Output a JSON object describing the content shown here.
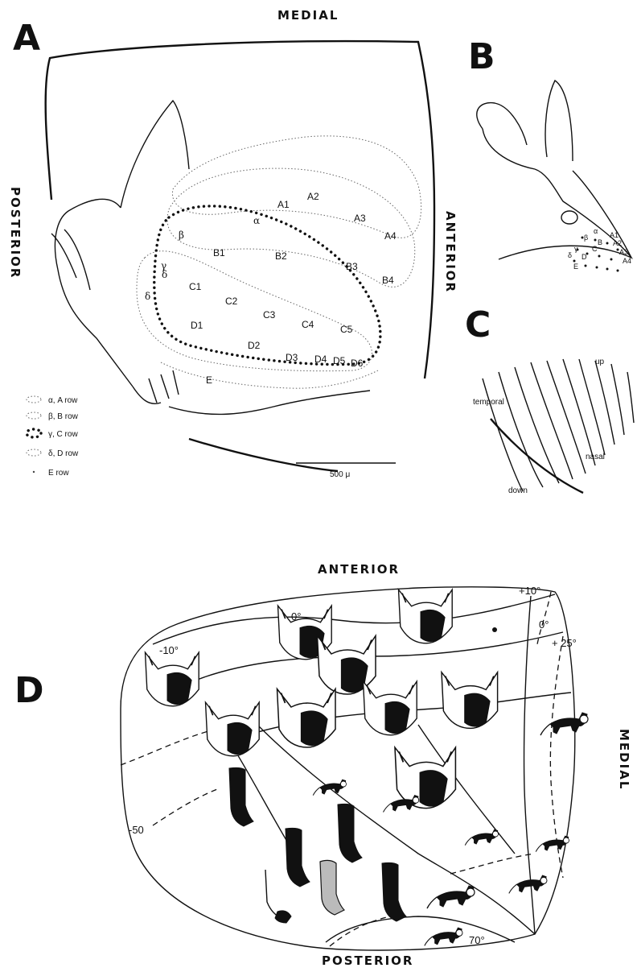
{
  "panels": {
    "a": {
      "letter": "A",
      "medial": "MEDIAL",
      "posterior": "POSTERIOR",
      "anterior": "ANTERIOR",
      "labels": [
        "A1",
        "A2",
        "A3",
        "A4",
        "B1",
        "B2",
        "B3",
        "B4",
        "C1",
        "C2",
        "C3",
        "C4",
        "C5",
        "D1",
        "D2",
        "D3",
        "D4",
        "D5",
        "D6",
        "E"
      ],
      "greek": [
        "α",
        "β",
        "γ",
        "δ",
        "δ"
      ],
      "legend": [
        "α, A row",
        "β, B row",
        "γ, C row",
        "δ, D row",
        "E row"
      ],
      "scale": "500 μ"
    },
    "b": {
      "letter": "B",
      "whisker_labels": [
        "α",
        "β",
        "γ",
        "δ",
        "A1",
        "A2",
        "A3",
        "A4",
        "B",
        "C",
        "D",
        "E"
      ]
    },
    "c": {
      "letter": "C",
      "up": "up",
      "temporal": "temporal",
      "nasal": "nasal",
      "down": "down"
    },
    "d": {
      "letter": "D",
      "anterior": "ANTERIOR",
      "posterior": "POSTERIOR",
      "medial": "MEDIAL",
      "degrees": [
        "0°",
        "+10°",
        "0°",
        "+ 25°",
        "-10°",
        "-50",
        "70°"
      ]
    }
  },
  "icons": {
    "cat_head": "cat-head-icon",
    "cat_body": "cat-body-icon",
    "cat_paw": "cat-paw-icon",
    "mouse_head": "mouse-head-icon"
  }
}
